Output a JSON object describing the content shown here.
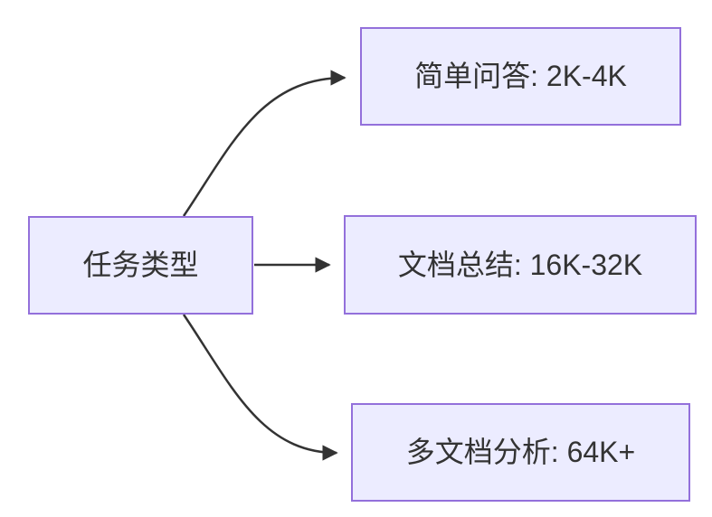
{
  "diagram": {
    "type": "flowchart",
    "direction": "left-to-right",
    "root": {
      "id": "task-type",
      "label": "任务类型"
    },
    "branches": [
      {
        "id": "simple-qa",
        "label": "简单问答: 2K-4K"
      },
      {
        "id": "doc-summary",
        "label": "文档总结: 16K-32K"
      },
      {
        "id": "multi-doc",
        "label": "多文档分析: 64K+"
      }
    ],
    "edges": [
      {
        "from": "task-type",
        "to": "simple-qa"
      },
      {
        "from": "task-type",
        "to": "doc-summary"
      },
      {
        "from": "task-type",
        "to": "multi-doc"
      }
    ]
  },
  "colors": {
    "background": "#FFFFFF",
    "node_fill": "#ECECFF",
    "node_border": "#9370DB",
    "edge": "#333333",
    "text": "#333333"
  }
}
